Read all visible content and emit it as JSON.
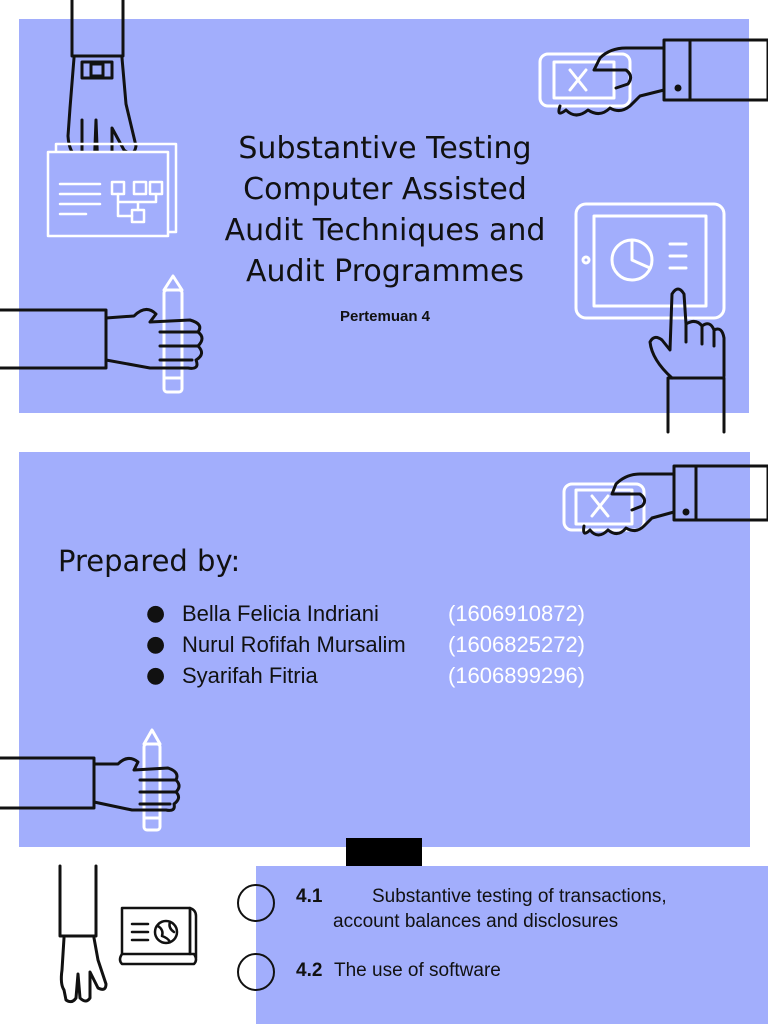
{
  "slide1": {
    "title_lines": [
      "Substantive Testing",
      "Computer Assisted",
      "Audit Techniques and",
      "Audit Programmes"
    ],
    "subtitle": "Pertemuan 4"
  },
  "slide2": {
    "heading": "Prepared by:",
    "authors": [
      {
        "name": "Bella Felicia Indriani",
        "id": "(1606910872)"
      },
      {
        "name": "Nurul Rofifah Mursalim",
        "id": "(1606825272)"
      },
      {
        "name": "Syarifah Fitria",
        "id": "(1606899296)"
      }
    ],
    "bullet": "●"
  },
  "slide3": {
    "topics": [
      {
        "number": "4.1",
        "line1": "Substantive testing of transactions,",
        "line2": "account balances and disclosures"
      },
      {
        "number": "4.2",
        "line1": "The use of software",
        "line2": ""
      }
    ]
  },
  "colors": {
    "slide_background": "#a2aefc",
    "author_id": "#ffffff",
    "line_art": "#111111",
    "line_art_light": "#ffffff"
  },
  "icons": [
    "hand-with-watch-icon",
    "document-diagram-icon",
    "hand-holding-phone-icon",
    "tablet-chart-icon",
    "pointing-hand-icon",
    "hand-holding-pencil-icon",
    "document-globe-icon"
  ]
}
